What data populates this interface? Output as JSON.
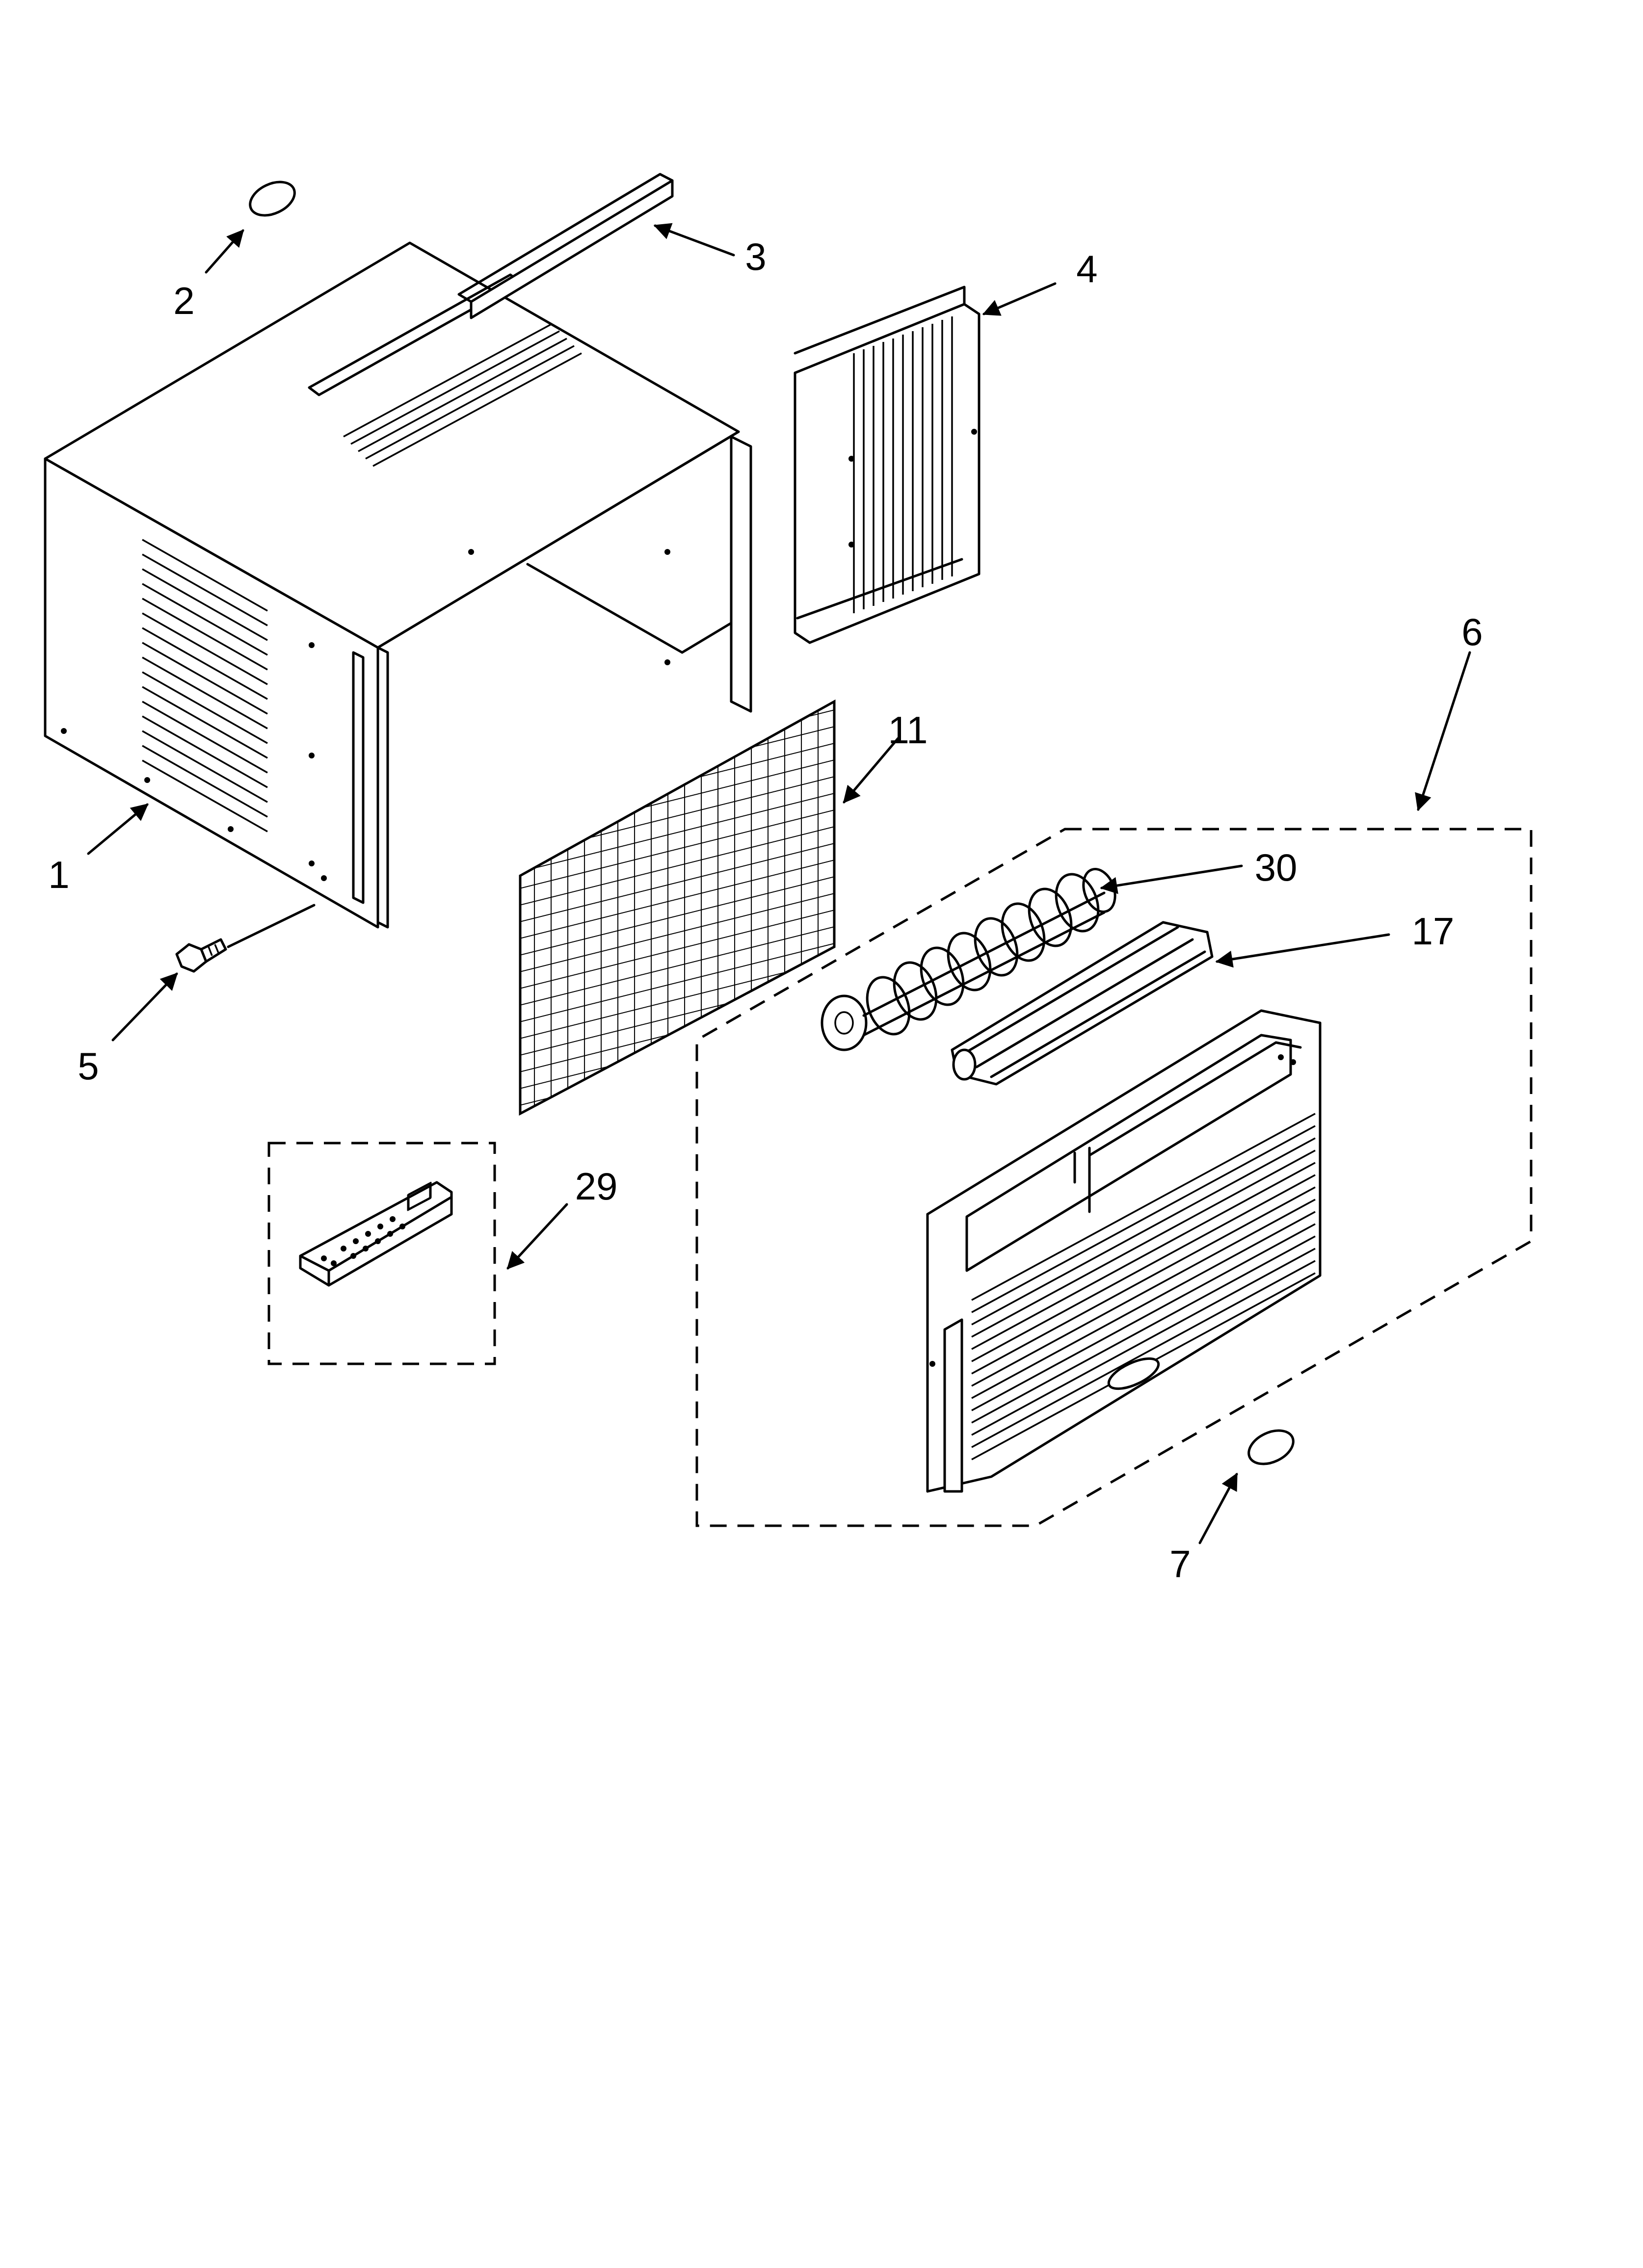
{
  "callouts": [
    {
      "id": "1",
      "label": "1"
    },
    {
      "id": "2",
      "label": "2"
    },
    {
      "id": "3",
      "label": "3"
    },
    {
      "id": "4",
      "label": "4"
    },
    {
      "id": "5",
      "label": "5"
    },
    {
      "id": "6",
      "label": "6"
    },
    {
      "id": "7",
      "label": "7"
    },
    {
      "id": "11",
      "label": "11"
    },
    {
      "id": "17",
      "label": "17"
    },
    {
      "id": "29",
      "label": "29"
    },
    {
      "id": "30",
      "label": "30"
    }
  ],
  "parts": [
    {
      "callout": "1",
      "name": "cabinet-wrapper"
    },
    {
      "callout": "2",
      "name": "plug"
    },
    {
      "callout": "3",
      "name": "top-rail"
    },
    {
      "callout": "4",
      "name": "side-curtain"
    },
    {
      "callout": "5",
      "name": "screw"
    },
    {
      "callout": "6",
      "name": "front-grille-assembly"
    },
    {
      "callout": "7",
      "name": "plug"
    },
    {
      "callout": "11",
      "name": "air-filter"
    },
    {
      "callout": "17",
      "name": "louver"
    },
    {
      "callout": "29",
      "name": "remote-control"
    },
    {
      "callout": "30",
      "name": "louver-drum"
    }
  ]
}
